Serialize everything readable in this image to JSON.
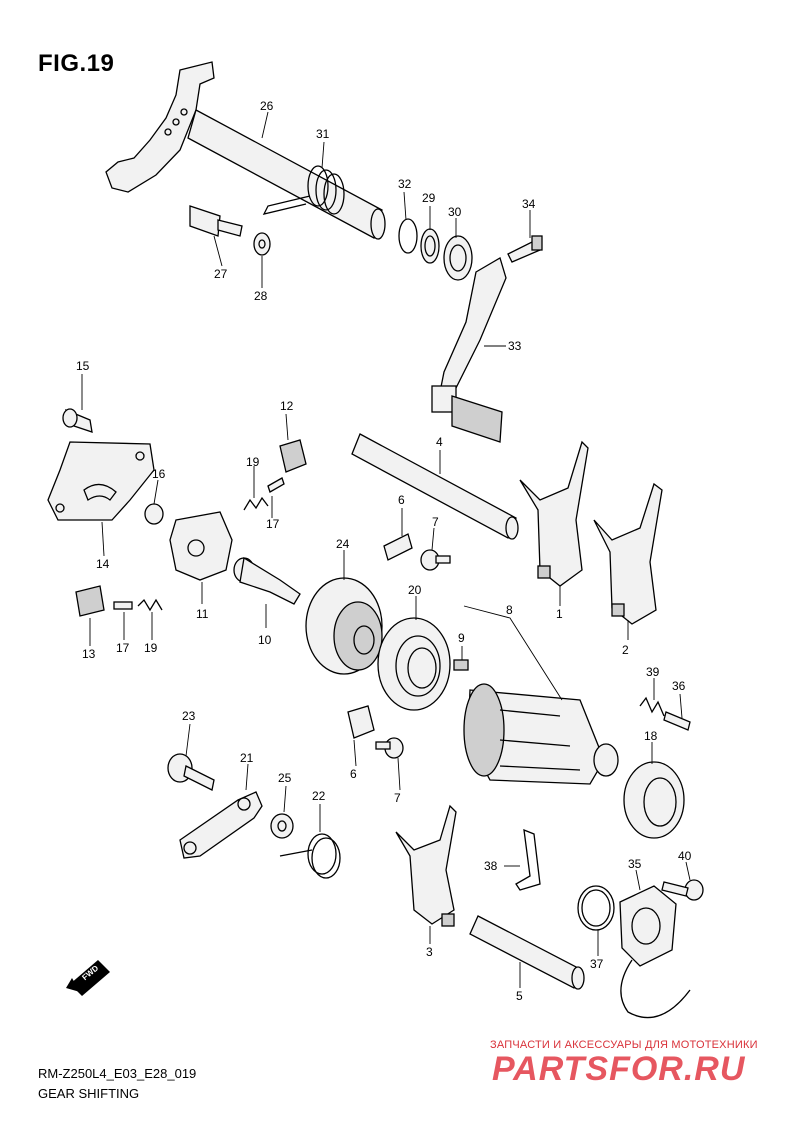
{
  "figure": {
    "title": "FIG.19",
    "model_code": "RM-Z250L4_E03_E28_019",
    "subtitle": "GEAR SHIFTING"
  },
  "direction_badge": "FWD",
  "watermark": {
    "tagline": "ЗАПЧАСТИ И АКСЕССУАРЫ ДЛЯ МОТОТЕХНИКИ",
    "brand": "PARTSFOR.RU"
  },
  "callouts": [
    "26",
    "31",
    "32",
    "29",
    "30",
    "34",
    "27",
    "28",
    "33",
    "15",
    "12",
    "4",
    "19",
    "16",
    "17",
    "14",
    "6",
    "7",
    "24",
    "20",
    "8",
    "1",
    "2",
    "11",
    "13",
    "17",
    "19",
    "10",
    "9",
    "39",
    "36",
    "23",
    "21",
    "25",
    "22",
    "18",
    "6",
    "7",
    "38",
    "35",
    "40",
    "3",
    "37",
    "5"
  ]
}
